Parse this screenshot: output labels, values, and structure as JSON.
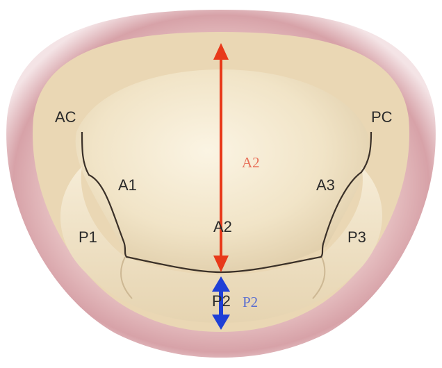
{
  "colors": {
    "annulus": "#c98f96",
    "anterior_leaflet": "#f2e6c8",
    "posterior_leaflet": "#efe2c2",
    "commissure_line": "#3a3028",
    "anterior_arrow": "#e8391a",
    "posterior_arrow": "#1f3fd6",
    "anterior_text": "#e8715a",
    "posterior_text": "#5c6fd0"
  },
  "labels": {
    "ac": "AC",
    "pc": "PC",
    "a1": "A1",
    "a2": "A2",
    "a3": "A3",
    "p1": "P1",
    "p2": "P2",
    "p3": "P3"
  },
  "measurements": {
    "anterior_height_label": "A2",
    "posterior_height_label": "P2"
  }
}
